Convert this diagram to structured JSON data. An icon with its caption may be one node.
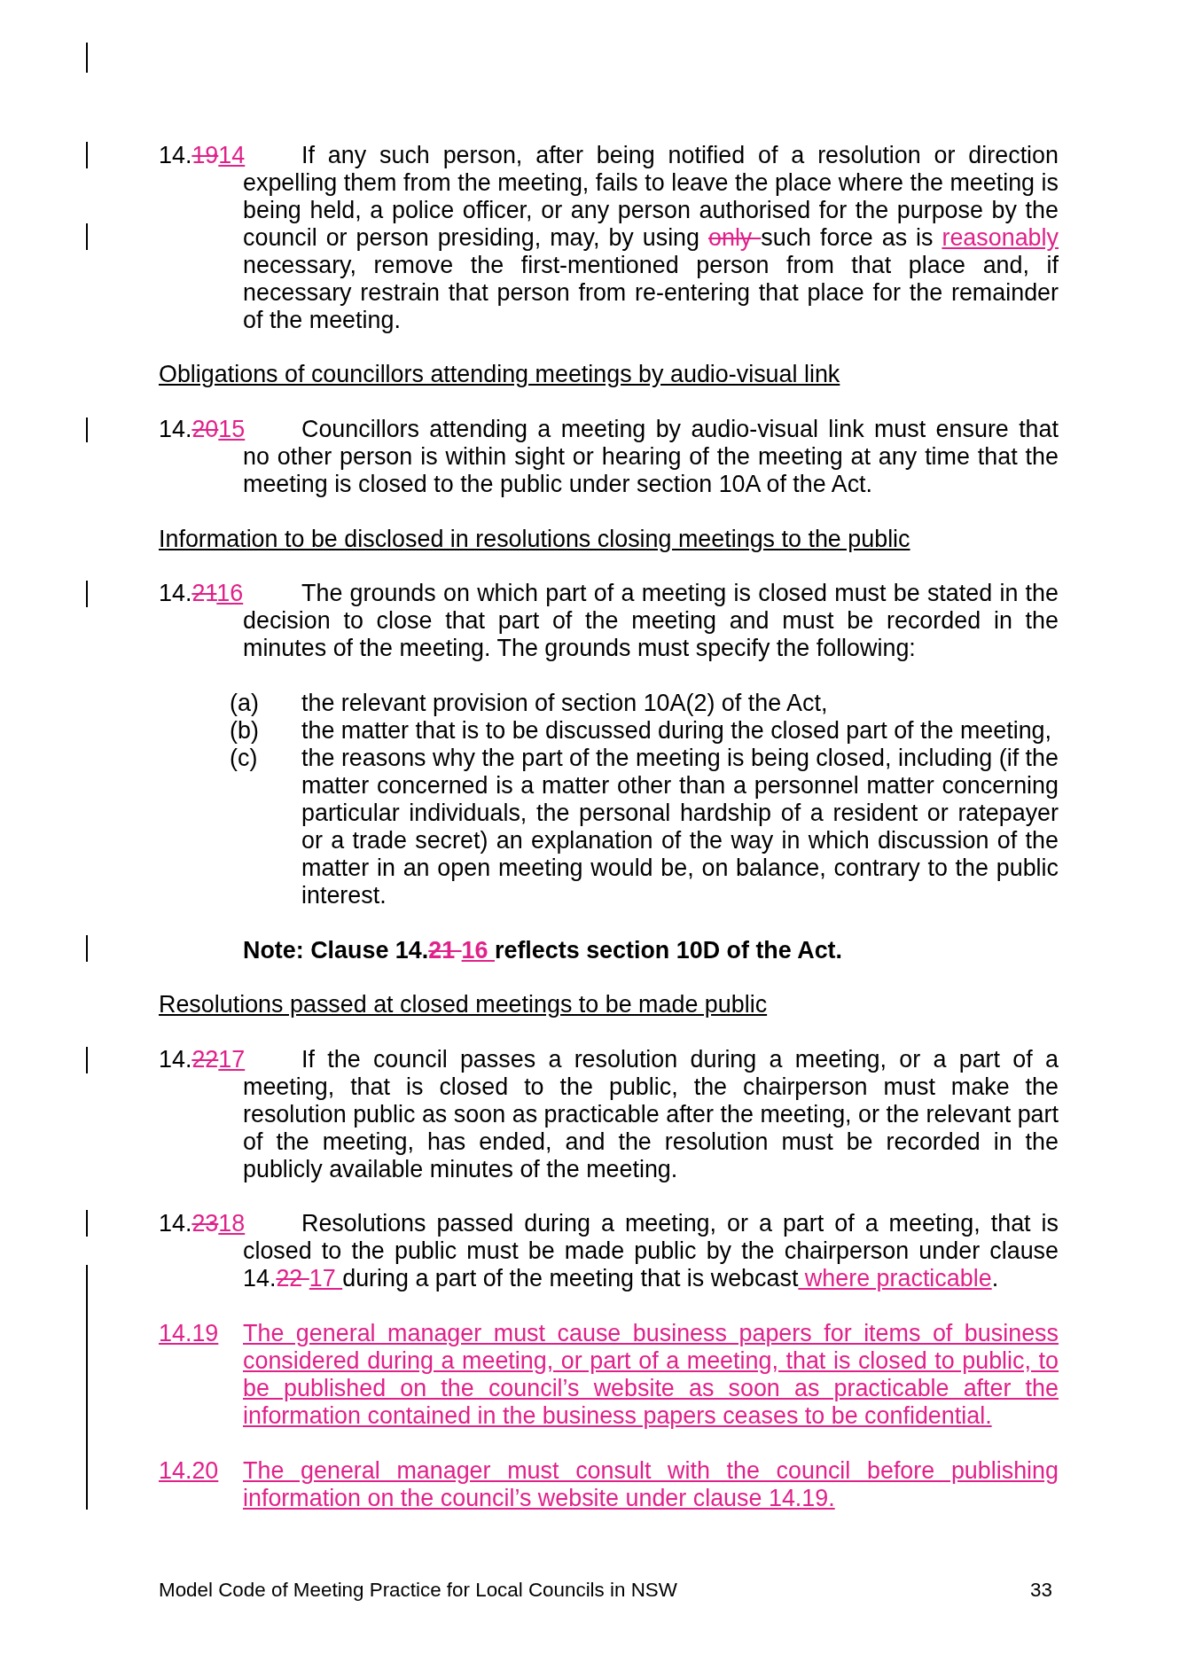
{
  "diagram": {
    "labels": [
      "14.",
      "19",
      "14",
      "If any such person, after being notified of a resolution or direction expelling them from the meeting, fails to leave the place where the meeting is being held, a police officer, or any person authorised for the purpose by the council or person presiding, may, by using ",
      "only ",
      "such force as is ",
      "reasonably",
      " necessary, remove the first-mentioned person from that place and, if necessary restrain that person from re-entering that place for the remainder of the meeting.",
      "Obligations of councillors attending meetings by audio-visual link",
      "14.",
      "20",
      "15",
      "Councillors attending a meeting by audio-visual link must ensure that no other person is within sight or hearing of the meeting at any time that the meeting is closed to the public under section 10A of the Act.",
      "Information to be disclosed in resolutions closing meetings to the public",
      "14.",
      "21",
      "16",
      "The grounds on which part of a meeting is closed must be stated in the decision to close that part of the meeting and must be recorded in the minutes of the meeting. The grounds must specify the following:",
      "(a)",
      "the relevant provision of section 10A(2) of the Act,",
      "(b)",
      "the matter that is to be discussed during the closed part of the meeting,",
      "(c)",
      "the reasons why the part of the meeting is being closed, including (if the matter concerned is a matter other than a personnel matter concerning particular individuals, the personal hardship of a resident or ratepayer or a trade secret) an explanation of the way in which discussion of the matter in an open meeting would be, on balance, contrary to the public interest.",
      "Note: Clause 14.",
      "21 ",
      "16 ",
      "reflects section 10D of the Act.",
      "Resolutions passed at closed meetings to be made public",
      "14.",
      "22",
      "17",
      "If the council passes a resolution during a meeting, or a part of a meeting, that is closed to the public, the chairperson must make the resolution public as soon as practicable after the meeting, or the relevant part of the meeting, has ended, and the resolution must be recorded in the publicly available minutes of the meeting.",
      "14.",
      "23",
      "18",
      "Resolutions passed during a meeting, or a part of a meeting, that is closed to the public must be made public by the chairperson under clause 14.",
      "22 ",
      "17 ",
      "during a part of the meeting that is webcast",
      " where practicable",
      ".",
      "14.19",
      "The general manager must cause business papers for items of business considered during a meeting, or part of a meeting, that is closed to public, to be published on the council’s website as soon as practicable after the information contained in the business papers ceases to be confidential.",
      "14.20",
      "The general manager must consult with the council before publishing information on the council’s website under clause 14.19.",
      "Model Code of Meeting Practice for Local Councils in NSW",
      "33"
    ]
  }
}
